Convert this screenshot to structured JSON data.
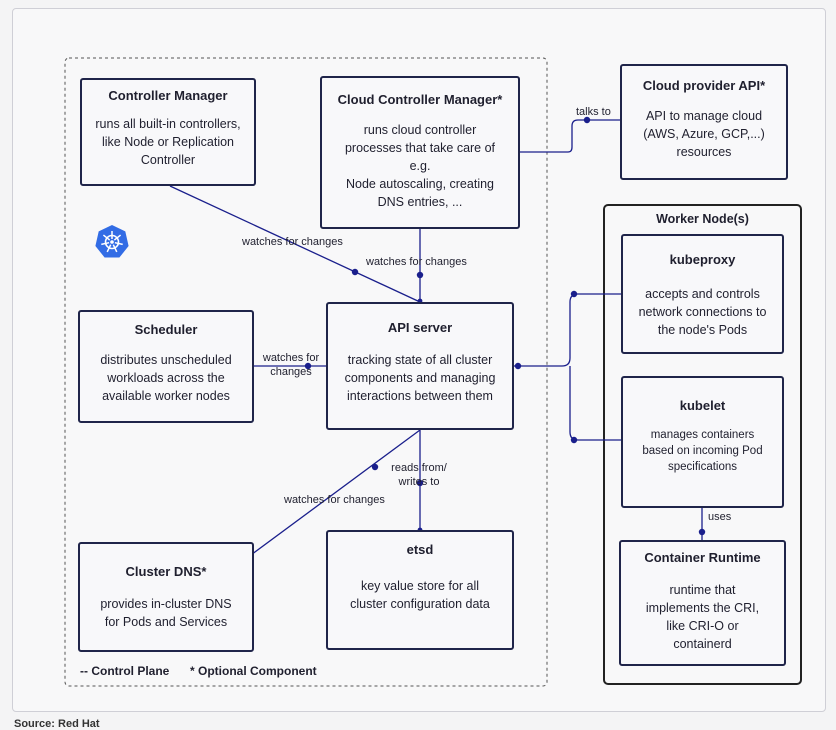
{
  "control_plane": {
    "controller_manager": {
      "title": "Controller Manager",
      "desc": [
        "runs all built-in controllers,",
        "like Node or Replication",
        "Controller"
      ]
    },
    "cloud_controller_manager": {
      "title": "Cloud Controller Manager*",
      "desc": [
        "runs cloud controller",
        "processes that take care of",
        "e.g.",
        "Node autoscaling, creating",
        "DNS entries, ..."
      ]
    },
    "scheduler": {
      "title": "Scheduler",
      "desc": [
        "distributes unscheduled",
        "workloads across the",
        "available worker nodes"
      ]
    },
    "api_server": {
      "title": "API server",
      "desc": [
        "tracking state of all cluster",
        "components and managing",
        "interactions between them"
      ]
    },
    "cluster_dns": {
      "title": "Cluster DNS*",
      "desc": [
        "provides in-cluster DNS",
        "for Pods and Services"
      ]
    },
    "etsd": {
      "title": "etsd",
      "desc": [
        "key value store for all",
        "cluster configuration data"
      ]
    }
  },
  "cloud_provider_api": {
    "title": "Cloud provider API*",
    "desc": [
      "API to manage cloud",
      "(AWS, Azure, GCP,...)",
      "resources"
    ]
  },
  "worker_node": {
    "title": "Worker Node(s)",
    "kubeproxy": {
      "title": "kubeproxy",
      "desc": [
        "accepts and controls",
        "network connections to",
        "the node's Pods"
      ]
    },
    "kubelet": {
      "title": "kubelet",
      "desc": [
        "manages containers",
        "based on incoming Pod",
        "specifications"
      ]
    },
    "container_runtime": {
      "title": "Container Runtime",
      "desc": [
        "runtime that",
        "implements the CRI,",
        "like CRI-O or",
        "containerd"
      ]
    }
  },
  "edge_labels": {
    "talks_to": "talks to",
    "watches_cm": "watches for changes",
    "watches_ccm": "watches for changes",
    "watches_sched": [
      "watches for",
      "changes"
    ],
    "watches_dns": "watches for changes",
    "reads_writes": [
      "reads from/",
      "writes to"
    ],
    "uses": "uses"
  },
  "legend": {
    "control_plane": "-- Control Plane",
    "optional": "* Optional Component"
  },
  "caption": "Source: Red Hat",
  "colors": {
    "line": "#1a1f8c",
    "box_border": "#20254a",
    "k8s_logo": "#326ce5"
  },
  "icons": [
    "kubernetes-logo-icon"
  ]
}
